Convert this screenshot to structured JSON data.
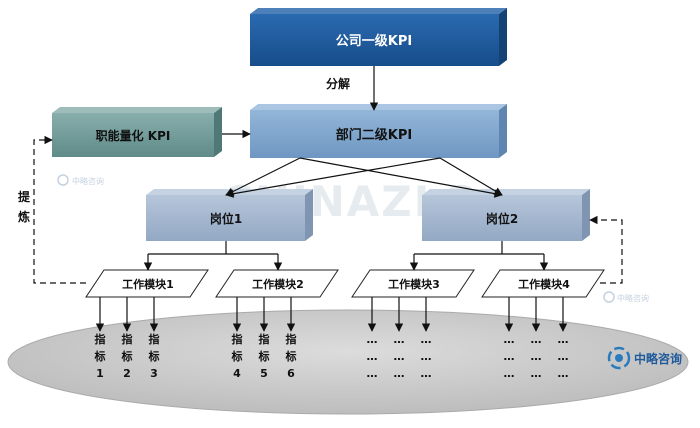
{
  "nodes": {
    "company_kpi": "公司一级KPI",
    "dept_kpi": "部门二级KPI",
    "function_kpi": "职能量化 KPI",
    "post1": "岗位1",
    "post2": "岗位2",
    "module1": "工作模块1",
    "module2": "工作模块2",
    "module3": "工作模块3",
    "module4": "工作模块4"
  },
  "edge_labels": {
    "decompose": "分解",
    "extract_1": "提",
    "extract_2": "炼"
  },
  "indicators": {
    "module1": [
      [
        "指",
        "标",
        "1"
      ],
      [
        "指",
        "标",
        "2"
      ],
      [
        "指",
        "标",
        "3"
      ]
    ],
    "module2": [
      [
        "指",
        "标",
        "4"
      ],
      [
        "指",
        "标",
        "5"
      ],
      [
        "指",
        "标",
        "6"
      ]
    ],
    "module3": [
      [
        "…",
        "…",
        "…"
      ],
      [
        "…",
        "…",
        "…"
      ],
      [
        "…",
        "…",
        "…"
      ]
    ],
    "module4": [
      [
        "…",
        "…",
        "…"
      ],
      [
        "…",
        "…",
        "…"
      ],
      [
        "…",
        "…",
        "…"
      ]
    ]
  },
  "watermark": {
    "big_text": "CHINAZLC",
    "logo_text": "中略咨询"
  },
  "colors": {
    "company_box": "#1f5a9c",
    "dept_box": "#7fa5cc",
    "function_box": "#6f9a98",
    "post_box": "#a3b6cf",
    "ellipse": "#c8c8c8"
  }
}
